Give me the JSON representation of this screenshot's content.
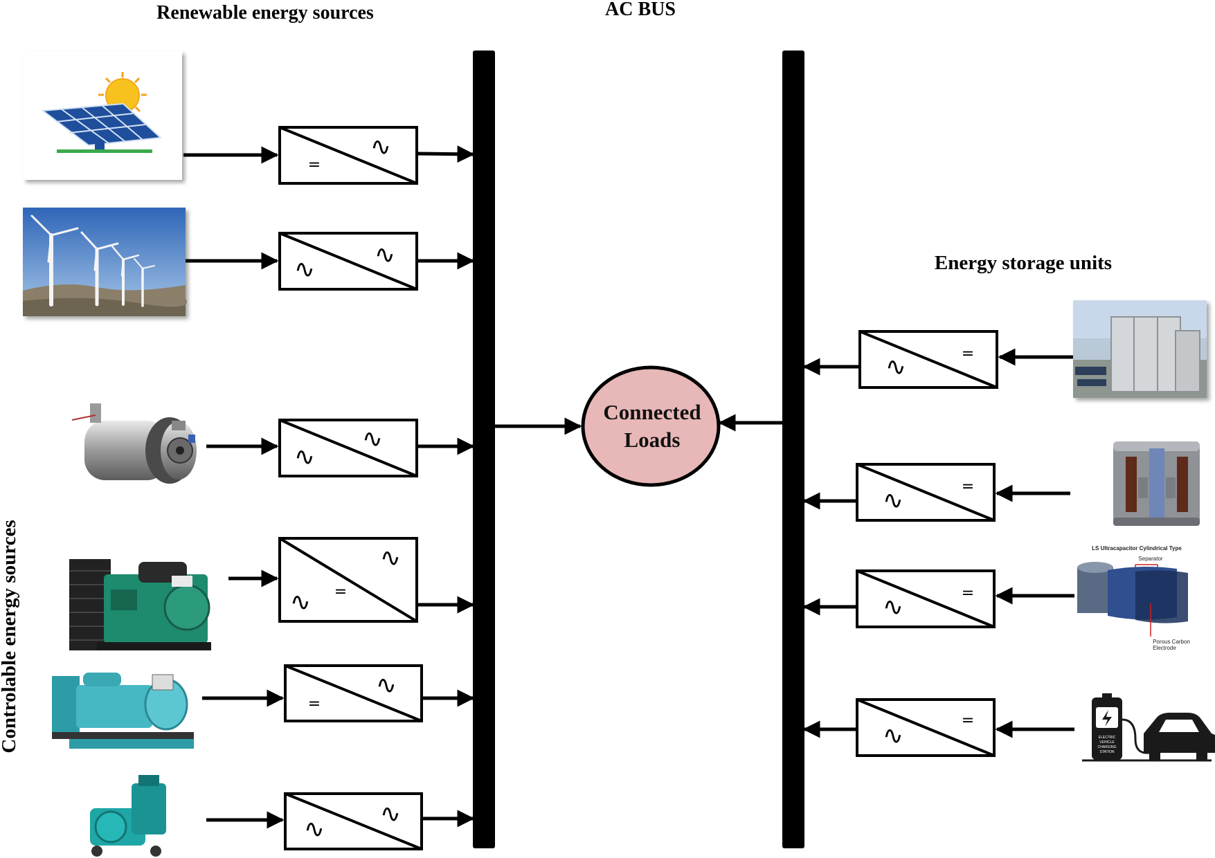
{
  "headings": {
    "renewable": "Renewable energy sources",
    "ac_bus": "AC BUS",
    "storage": "Energy storage units",
    "controllable": "Controlable energy sources"
  },
  "load": {
    "line1": "Connected",
    "line2": "Loads"
  },
  "symbols": {
    "dc": "=",
    "ac": "∿"
  },
  "supercap_labels": {
    "title": "LS Ultracapacitor Cylindrical Type",
    "separator": "Separator",
    "electrode_1": "Porous Carbon",
    "electrode_2": "Electrode"
  },
  "charger_labels": {
    "line1": "ELECTRIC",
    "line2": "VEHICLE",
    "line3": "CHARGING",
    "line4": "STATION"
  },
  "icons": {
    "solar": "solar-panel-icon",
    "wind": "wind-turbine-icon",
    "microturbine": "microturbine-icon",
    "diesel_1": "diesel-generator-icon",
    "diesel_2": "diesel-generator-icon",
    "diesel_3": "small-generator-icon",
    "battery": "battery-container-icon",
    "flywheel": "flywheel-icon",
    "supercap": "supercapacitor-icon",
    "ev": "ev-charging-icon"
  },
  "colors": {
    "load_fill": "#e8b7b7",
    "bus": "#000000"
  }
}
